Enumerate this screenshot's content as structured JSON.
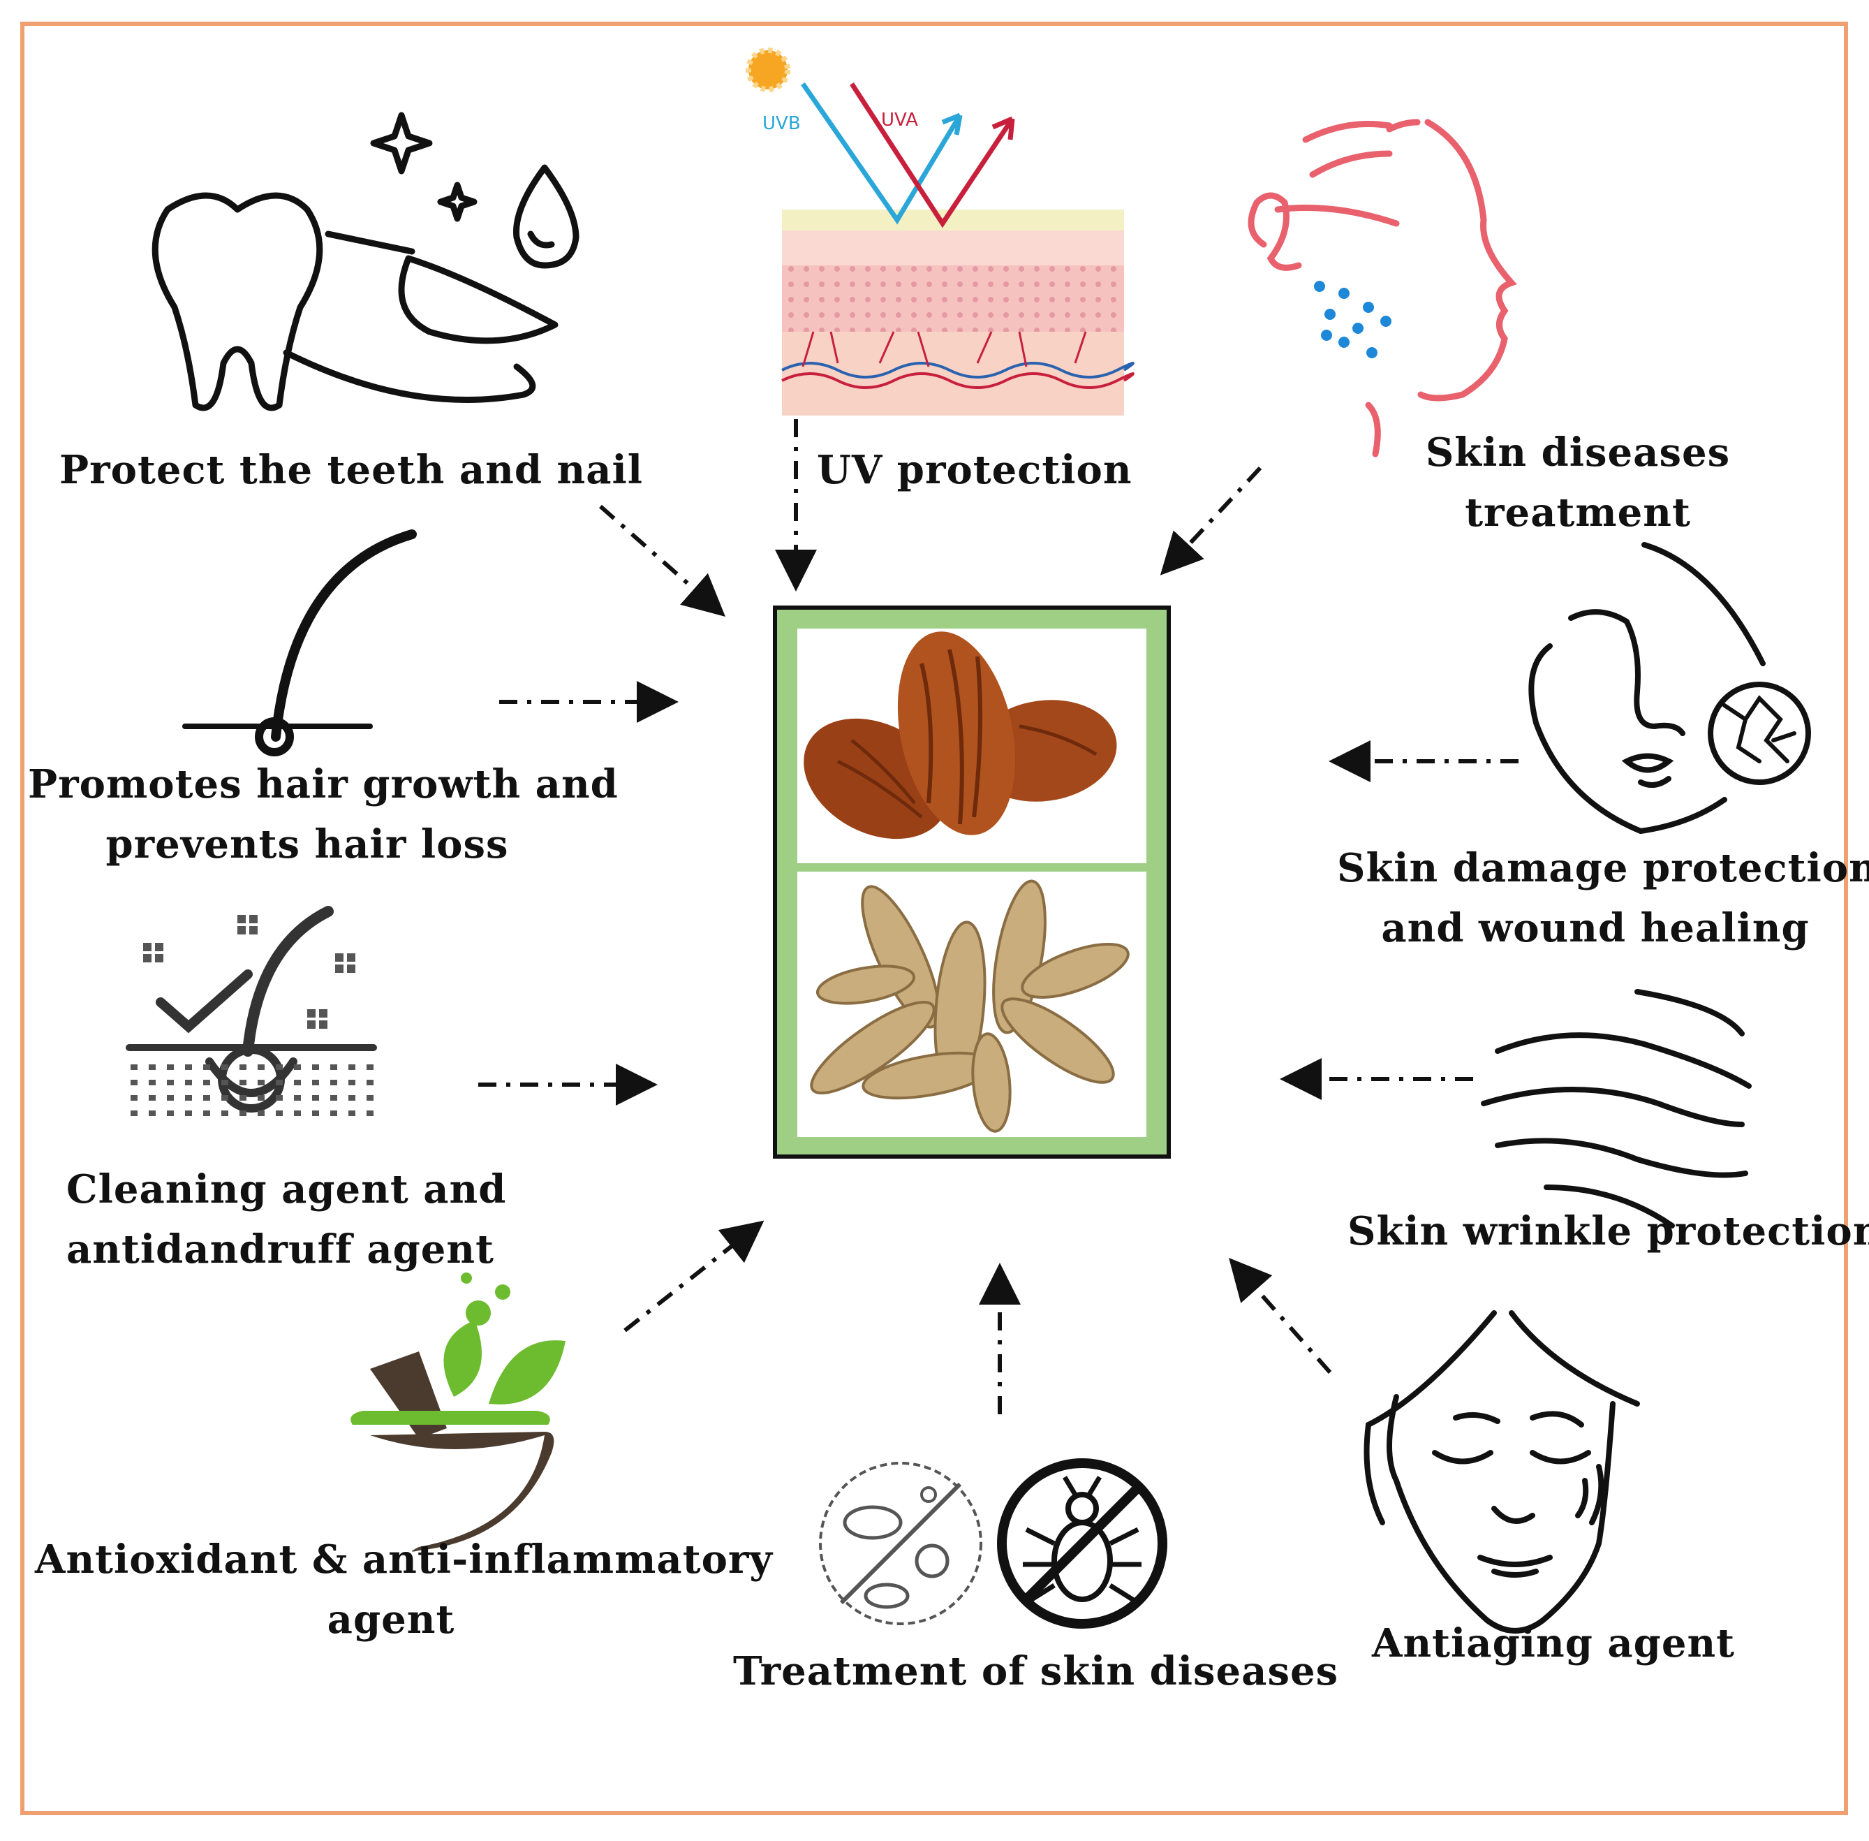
{
  "colors": {
    "frame": "#f0a070",
    "ink": "#111111",
    "centre_border": "#111111",
    "centre_fill": "#9fcf84",
    "uvb": "#2aa6d8",
    "uva": "#c8203c",
    "face_line": "#e8616d",
    "face_dots": "#1e88d8",
    "leaf_green": "#6dbb2e",
    "mortar": "#4a3b2e",
    "date_fruit": "#a2481b",
    "date_seed": "#c9ad7c"
  },
  "diagram": {
    "icons": {
      "uv_small": {
        "uvb": "UVB",
        "uva": "UVA"
      }
    },
    "benefits": [
      {
        "id": "teeth-nail",
        "lines": [
          "Protect the teeth and nail"
        ],
        "icon": "tooth-lips-icon"
      },
      {
        "id": "uv",
        "lines": [
          "UV protection"
        ],
        "icon": "skin-uv-layers-icon"
      },
      {
        "id": "skin-diseases-top",
        "lines": [
          "Skin diseases",
          "treatment"
        ],
        "icon": "face-profile-icon"
      },
      {
        "id": "hair-growth",
        "lines": [
          "Promotes hair growth and",
          "prevents hair loss"
        ],
        "icon": "hair-follicle-icon"
      },
      {
        "id": "skin-damage",
        "lines": [
          "Skin damage protection",
          "and wound healing"
        ],
        "icon": "cracked-skin-face-icon"
      },
      {
        "id": "cleaning",
        "lines": [
          "Cleaning agent and",
          "antidandruff agent"
        ],
        "icon": "clean-scalp-icon"
      },
      {
        "id": "wrinkle",
        "lines": [
          "Skin wrinkle protection"
        ],
        "icon": "wrinkle-lines-icon"
      },
      {
        "id": "antioxidant",
        "lines": [
          "Antioxidant & anti-inflammatory",
          "agent"
        ],
        "icon": "herbal-mortar-icon"
      },
      {
        "id": "skin-diseases-bottom",
        "lines": [
          "Treatment of skin diseases"
        ],
        "icon": "no-bacteria-no-mite-icon"
      },
      {
        "id": "antiaging",
        "lines": [
          "Antiaging agent"
        ],
        "icon": "aging-face-icon"
      }
    ]
  }
}
